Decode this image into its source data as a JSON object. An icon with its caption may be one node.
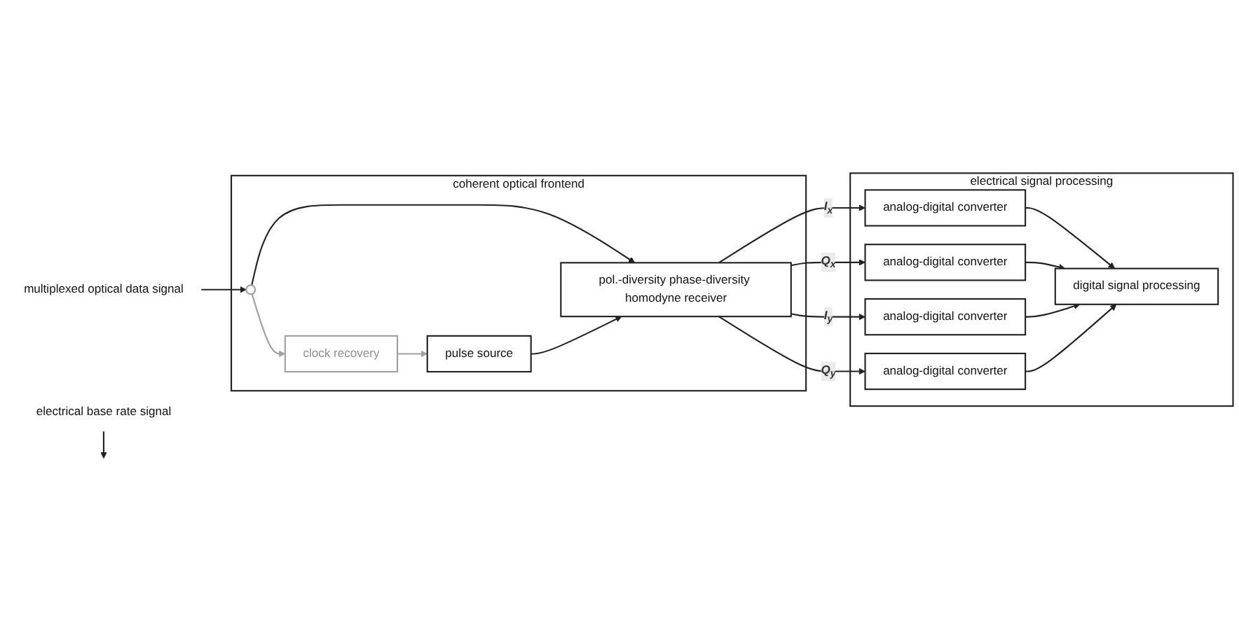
{
  "diagram": {
    "nodes": [
      {
        "text": [
          "coherent optical frontend"
        ]
      },
      {
        "text": [
          "pol.-diversity phase-diversity homodyne receiver"
        ],
        "in": 0
      },
      {
        "text": [
          "pulse source"
        ],
        "in": 0
      },
      {
        "text": [
          "clock recovery"
        ],
        "in": 0
      },
      {
        "text": [
          "electrical signal processing"
        ]
      },
      {
        "text": [
          "analog-digital converter"
        ],
        "in": 4
      },
      {
        "text": [
          "analog-digital converter"
        ],
        "in": 4
      },
      {
        "text": [
          "analog-digital converter"
        ],
        "in": 4
      },
      {
        "text": [
          "analog-digital converter"
        ],
        "in": 4
      },
      {
        "text": [
          "digital signal processing"
        ],
        "in": 4
      },
      {
        "text": [
          "multiplexed optical data signal"
        ]
      },
      {
        "text": [],
        "shape": "ellipse",
        "in": 0
      },
      {
        "text": [
          "electrical base rate signal"
        ]
      }
    ],
    "edges": [
      {
        "from": 10,
        "to": 11,
        "arrow": "to"
      },
      {
        "from": 11,
        "to": 1,
        "arrow": "to"
      },
      {
        "from": 11,
        "to": 3,
        "arrow": "to",
        "color": "#a0a0a0"
      },
      {
        "from": 3,
        "to": 2,
        "arrow": "to",
        "color": "#a0a0a0"
      },
      {
        "from": 2,
        "to": 1,
        "arrow": "to"
      },
      {
        "from": 12,
        "to": null,
        "arrow": "to"
      },
      {
        "from": 1,
        "to": 5,
        "arrow": "to",
        "label": "I$_{x}$"
      },
      {
        "from": 1,
        "to": 6,
        "arrow": "to",
        "label": "Q$_{x}$"
      },
      {
        "from": 1,
        "to": 7,
        "arrow": "to",
        "label": "I$_{y}$"
      },
      {
        "from": 1,
        "to": 8,
        "arrow": "to",
        "label": "Q$_{y}$"
      },
      {
        "from": 5,
        "to": 9,
        "arrow": "to"
      },
      {
        "from": 6,
        "to": 9,
        "arrow": "to"
      },
      {
        "from": 7,
        "to": 9,
        "arrow": "to"
      },
      {
        "from": 8,
        "to": 9,
        "arrow": "to"
      }
    ]
  }
}
